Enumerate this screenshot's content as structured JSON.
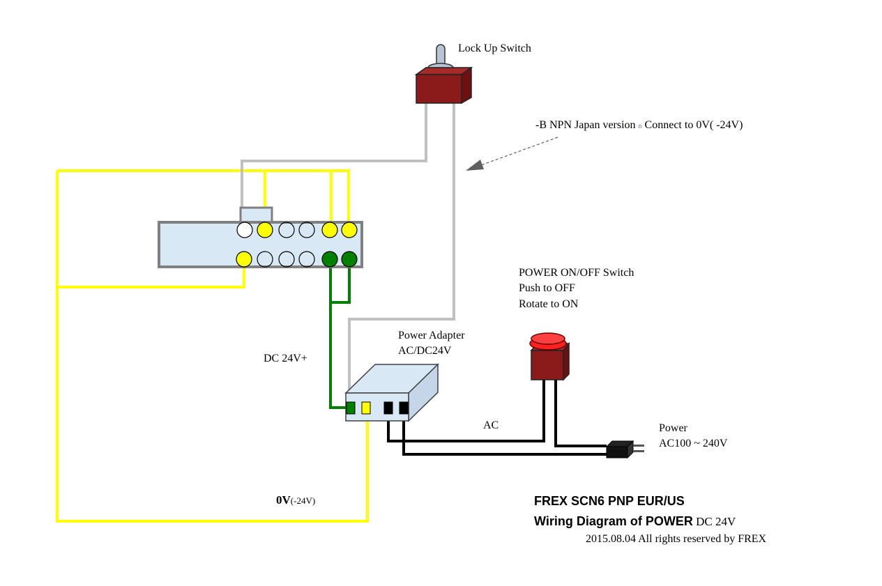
{
  "labels": {
    "lock_up_switch": "Lock Up Switch",
    "npn_note": "-B NPN Japan version",
    "npn_note_glyph": "n",
    "npn_connect": "Connect to 0V( -24V)",
    "power_switch_title": "POWER ON/OFF Switch",
    "power_switch_push": "Push to OFF",
    "power_switch_rotate": "Rotate to ON",
    "power_adapter_title": "Power Adapter",
    "power_adapter_spec": "AC/DC24V",
    "dc_positive": "DC 24V+",
    "ac": "AC",
    "power_title": "Power",
    "power_range": "AC100 ~ 240V",
    "zero_v": "0V",
    "zero_v_sub": "(-24V)"
  },
  "title_block": {
    "line1": "FREX SCN6 PNP EUR/US",
    "line2_bold": "Wiring Diagram of POWER",
    "line2_tail": " DC 24V",
    "line3": "2015.08.04 All rights reserved by FREX"
  },
  "colors": {
    "yellow_wire": "#ffff00",
    "gray_wire": "#c0c0c0",
    "green_wire": "#008000",
    "black_wire": "#000000",
    "connector_fill": "#d9e8f5",
    "switch_red": "#8b1a1a",
    "button_red": "#ff2020"
  }
}
